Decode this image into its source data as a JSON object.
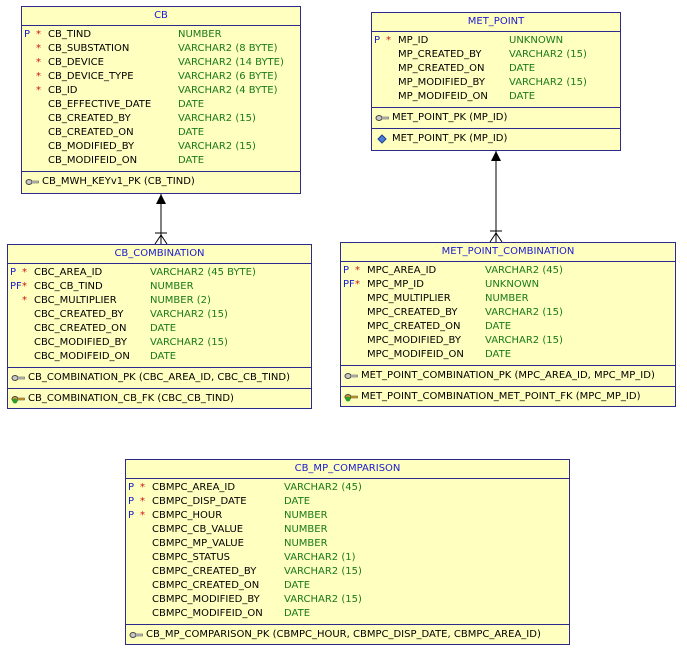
{
  "entities": {
    "cb": {
      "title": "CB",
      "columns": [
        {
          "pk": "P",
          "req": "*",
          "name": "CB_TIND",
          "type": "NUMBER"
        },
        {
          "pk": "",
          "req": "*",
          "name": "CB_SUBSTATION",
          "type": "VARCHAR2 (8 BYTE)"
        },
        {
          "pk": "",
          "req": "*",
          "name": "CB_DEVICE",
          "type": "VARCHAR2 (14 BYTE)"
        },
        {
          "pk": "",
          "req": "*",
          "name": "CB_DEVICE_TYPE",
          "type": "VARCHAR2 (6 BYTE)"
        },
        {
          "pk": "",
          "req": "*",
          "name": "CB_ID",
          "type": "VARCHAR2 (4 BYTE)"
        },
        {
          "pk": "",
          "req": "",
          "name": "CB_EFFECTIVE_DATE",
          "type": "DATE"
        },
        {
          "pk": "",
          "req": "",
          "name": "CB_CREATED_BY",
          "type": "VARCHAR2 (15)"
        },
        {
          "pk": "",
          "req": "",
          "name": "CB_CREATED_ON",
          "type": "DATE"
        },
        {
          "pk": "",
          "req": "",
          "name": "CB_MODIFIED_BY",
          "type": "VARCHAR2 (15)"
        },
        {
          "pk": "",
          "req": "",
          "name": "CB_MODIFEID_ON",
          "type": "DATE"
        }
      ],
      "pk_keys": [
        "CB_MWH_KEYv1_PK (CB_TIND)"
      ],
      "fk_keys": [],
      "idx_keys": []
    },
    "met_point": {
      "title": "MET_POINT",
      "columns": [
        {
          "pk": "P",
          "req": "*",
          "name": "MP_ID",
          "type": "UNKNOWN"
        },
        {
          "pk": "",
          "req": "",
          "name": "MP_CREATED_BY",
          "type": "VARCHAR2 (15)"
        },
        {
          "pk": "",
          "req": "",
          "name": "MP_CREATED_ON",
          "type": "DATE"
        },
        {
          "pk": "",
          "req": "",
          "name": "MP_MODIFIED_BY",
          "type": "VARCHAR2 (15)"
        },
        {
          "pk": "",
          "req": "",
          "name": "MP_MODIFEID_ON",
          "type": "DATE"
        }
      ],
      "pk_keys": [
        "MET_POINT_PK (MP_ID)"
      ],
      "fk_keys": [],
      "idx_keys": [
        "MET_POINT_PK (MP_ID)"
      ]
    },
    "cb_combination": {
      "title": "CB_COMBINATION",
      "columns": [
        {
          "pk": "P",
          "req": "*",
          "name": "CBC_AREA_ID",
          "type": "VARCHAR2 (45 BYTE)"
        },
        {
          "pk": "PF",
          "req": "*",
          "name": "CBC_CB_TIND",
          "type": "NUMBER"
        },
        {
          "pk": "",
          "req": "*",
          "name": "CBC_MULTIPLIER",
          "type": "NUMBER (2)"
        },
        {
          "pk": "",
          "req": "",
          "name": "CBC_CREATED_BY",
          "type": "VARCHAR2 (15)"
        },
        {
          "pk": "",
          "req": "",
          "name": "CBC_CREATED_ON",
          "type": "DATE"
        },
        {
          "pk": "",
          "req": "",
          "name": "CBC_MODIFIED_BY",
          "type": "VARCHAR2 (15)"
        },
        {
          "pk": "",
          "req": "",
          "name": "CBC_MODIFEID_ON",
          "type": "DATE"
        }
      ],
      "pk_keys": [
        "CB_COMBINATION_PK (CBC_AREA_ID, CBC_CB_TIND)"
      ],
      "fk_keys": [
        "CB_COMBINATION_CB_FK (CBC_CB_TIND)"
      ],
      "idx_keys": []
    },
    "met_point_combination": {
      "title": "MET_POINT_COMBINATION",
      "columns": [
        {
          "pk": "P",
          "req": "*",
          "name": "MPC_AREA_ID",
          "type": "VARCHAR2 (45)"
        },
        {
          "pk": "PF",
          "req": "*",
          "name": "MPC_MP_ID",
          "type": "UNKNOWN"
        },
        {
          "pk": "",
          "req": "",
          "name": "MPC_MULTIPLIER",
          "type": "NUMBER"
        },
        {
          "pk": "",
          "req": "",
          "name": "MPC_CREATED_BY",
          "type": "VARCHAR2 (15)"
        },
        {
          "pk": "",
          "req": "",
          "name": "MPC_CREATED_ON",
          "type": "DATE"
        },
        {
          "pk": "",
          "req": "",
          "name": "MPC_MODIFIED_BY",
          "type": "VARCHAR2 (15)"
        },
        {
          "pk": "",
          "req": "",
          "name": "MPC_MODIFEID_ON",
          "type": "DATE"
        }
      ],
      "pk_keys": [
        "MET_POINT_COMBINATION_PK (MPC_AREA_ID, MPC_MP_ID)"
      ],
      "fk_keys": [
        "MET_POINT_COMBINATION_MET_POINT_FK (MPC_MP_ID)"
      ],
      "idx_keys": []
    },
    "cb_mp_comparison": {
      "title": "CB_MP_COMPARISON",
      "columns": [
        {
          "pk": "P",
          "req": "*",
          "name": "CBMPC_AREA_ID",
          "type": "VARCHAR2 (45)"
        },
        {
          "pk": "P",
          "req": "*",
          "name": "CBMPC_DISP_DATE",
          "type": "DATE"
        },
        {
          "pk": "P",
          "req": "*",
          "name": "CBMPC_HOUR",
          "type": "NUMBER"
        },
        {
          "pk": "",
          "req": "",
          "name": "CBMPC_CB_VALUE",
          "type": "NUMBER"
        },
        {
          "pk": "",
          "req": "",
          "name": "CBMPC_MP_VALUE",
          "type": "NUMBER"
        },
        {
          "pk": "",
          "req": "",
          "name": "CBMPC_STATUS",
          "type": "VARCHAR2 (1)"
        },
        {
          "pk": "",
          "req": "",
          "name": "CBMPC_CREATED_BY",
          "type": "VARCHAR2 (15)"
        },
        {
          "pk": "",
          "req": "",
          "name": "CBMPC_CREATED_ON",
          "type": "DATE"
        },
        {
          "pk": "",
          "req": "",
          "name": "CBMPC_MODIFIED_BY",
          "type": "VARCHAR2 (15)"
        },
        {
          "pk": "",
          "req": "",
          "name": "CBMPC_MODIFEID_ON",
          "type": "DATE"
        }
      ],
      "pk_keys": [
        "CB_MP_COMPARISON_PK (CBMPC_HOUR, CBMPC_DISP_DATE, CBMPC_AREA_ID)"
      ],
      "fk_keys": [],
      "idx_keys": []
    }
  },
  "colors": {
    "entity_bg": "#ffffc0",
    "border": "#2b2b8c",
    "title": "#1b1bd0",
    "type": "#1a7a1a",
    "mandatory": "#d01010"
  }
}
